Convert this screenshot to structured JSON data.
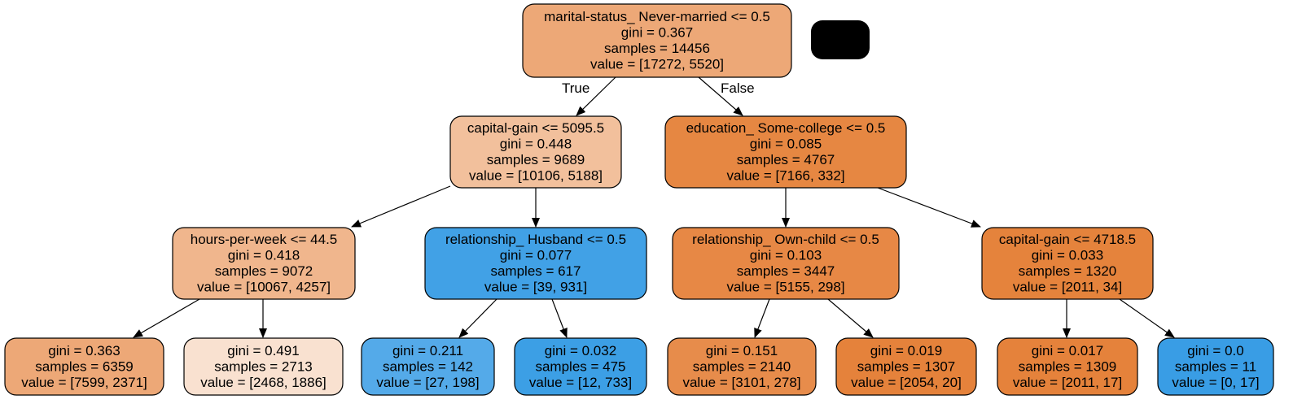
{
  "tree": {
    "root_edge_labels": {
      "true_label": "True",
      "false_label": "False"
    },
    "nodes": [
      {
        "id": "n0",
        "lines": [
          "marital-status_ Never-married <= 0.5",
          "gini = 0.367",
          "samples = 14456",
          "value = [17272, 5520]"
        ],
        "fill": "#eda877"
      },
      {
        "id": "n1",
        "lines": [
          "capital-gain <= 5095.5",
          "gini = 0.448",
          "samples = 9689",
          "value = [10106, 5188]"
        ],
        "fill": "#f2c09c"
      },
      {
        "id": "n2",
        "lines": [
          "education_ Some-college <= 0.5",
          "gini = 0.085",
          "samples = 4767",
          "value = [7166, 332]"
        ],
        "fill": "#e68742"
      },
      {
        "id": "n3",
        "lines": [
          "hours-per-week <= 44.5",
          "gini = 0.418",
          "samples = 9072",
          "value = [10067, 4257]"
        ],
        "fill": "#f0b68d"
      },
      {
        "id": "n4",
        "lines": [
          "relationship_ Husband <= 0.5",
          "gini = 0.077",
          "samples = 617",
          "value = [39, 931]"
        ],
        "fill": "#41a1e6"
      },
      {
        "id": "n5",
        "lines": [
          "relationship_ Own-child <= 0.5",
          "gini = 0.103",
          "samples = 3447",
          "value = [5155, 298]"
        ],
        "fill": "#e78845"
      },
      {
        "id": "n6",
        "lines": [
          "capital-gain <= 4718.5",
          "gini = 0.033",
          "samples = 1320",
          "value = [2011, 34]"
        ],
        "fill": "#e5833c"
      },
      {
        "id": "n7",
        "lines": [
          "gini = 0.363",
          "samples = 6359",
          "value = [7599, 2371]"
        ],
        "fill": "#eda877"
      },
      {
        "id": "n8",
        "lines": [
          "gini = 0.491",
          "samples = 2713",
          "value = [2468, 1886]"
        ],
        "fill": "#f9e1d0"
      },
      {
        "id": "n9",
        "lines": [
          "gini = 0.211",
          "samples = 142",
          "value = [27, 198]"
        ],
        "fill": "#54aae9"
      },
      {
        "id": "n10",
        "lines": [
          "gini = 0.032",
          "samples = 475",
          "value = [12, 733]"
        ],
        "fill": "#3c9fe5"
      },
      {
        "id": "n11",
        "lines": [
          "gini = 0.151",
          "samples = 2140",
          "value = [3101, 278]"
        ],
        "fill": "#e78c4b"
      },
      {
        "id": "n12",
        "lines": [
          "gini = 0.019",
          "samples = 1307",
          "value = [2054, 20]"
        ],
        "fill": "#e5823b"
      },
      {
        "id": "n13",
        "lines": [
          "gini = 0.017",
          "samples = 1309",
          "value = [2011, 17]"
        ],
        "fill": "#e5823b"
      },
      {
        "id": "n14",
        "lines": [
          "gini = 0.0",
          "samples = 11",
          "value = [0, 17]"
        ],
        "fill": "#399de5"
      }
    ],
    "edges": [
      {
        "from": "n0",
        "to": "n1"
      },
      {
        "from": "n0",
        "to": "n2"
      },
      {
        "from": "n1",
        "to": "n3"
      },
      {
        "from": "n1",
        "to": "n4"
      },
      {
        "from": "n2",
        "to": "n5"
      },
      {
        "from": "n2",
        "to": "n6"
      },
      {
        "from": "n3",
        "to": "n7"
      },
      {
        "from": "n3",
        "to": "n8"
      },
      {
        "from": "n4",
        "to": "n9"
      },
      {
        "from": "n4",
        "to": "n10"
      },
      {
        "from": "n5",
        "to": "n11"
      },
      {
        "from": "n5",
        "to": "n12"
      },
      {
        "from": "n6",
        "to": "n13"
      },
      {
        "from": "n6",
        "to": "n14"
      }
    ]
  }
}
